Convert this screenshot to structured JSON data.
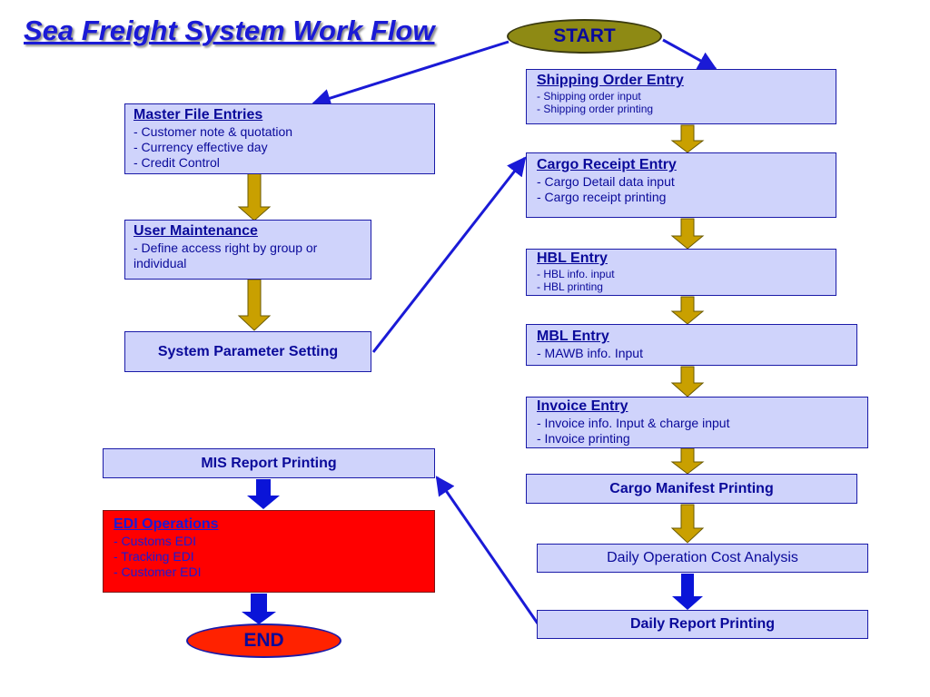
{
  "title": "Sea Freight System Work Flow",
  "start_label": "START",
  "end_label": "END",
  "left_column": {
    "master_file": {
      "heading": "Master File Entries",
      "items": [
        "- Customer note & quotation",
        "- Currency effective day",
        "- Credit Control"
      ]
    },
    "user_maintenance": {
      "heading": "User Maintenance",
      "items": [
        "- Define access right by group or individual"
      ]
    },
    "system_parameter": {
      "label": "System Parameter Setting"
    },
    "mis_report": {
      "label": "MIS Report Printing"
    },
    "edi_operations": {
      "heading": "EDI Operations",
      "items": [
        "- Customs EDI",
        "- Tracking EDI",
        "- Customer EDI"
      ]
    }
  },
  "right_column": {
    "shipping_order": {
      "heading": "Shipping Order Entry",
      "items": [
        "- Shipping order input",
        "- Shipping order printing"
      ]
    },
    "cargo_receipt": {
      "heading": "Cargo Receipt Entry",
      "items": [
        "- Cargo Detail data input",
        "- Cargo receipt printing"
      ]
    },
    "hbl": {
      "heading": "HBL Entry",
      "items": [
        "- HBL info. input",
        "- HBL printing"
      ]
    },
    "mbl": {
      "heading": "MBL Entry",
      "items": [
        "- MAWB info. Input"
      ]
    },
    "invoice": {
      "heading": "Invoice Entry",
      "items": [
        "- Invoice info. Input & charge input",
        "- Invoice printing"
      ]
    },
    "cargo_manifest": {
      "label": "Cargo Manifest Printing"
    },
    "daily_cost": {
      "label": "Daily Operation Cost Analysis"
    },
    "daily_report": {
      "label": "Daily Report Printing"
    }
  },
  "colors": {
    "box_fill": "#cfd3fb",
    "box_border": "#1a1aa8",
    "text_blue": "#0a0a9a",
    "start_oval": "#8e8a14",
    "end_oval": "#ff2200",
    "edi_fill": "#ff0000",
    "gold_arrow": "#c9a000",
    "blue_arrow": "#0a14d8",
    "connector": "#1a1ad6"
  }
}
